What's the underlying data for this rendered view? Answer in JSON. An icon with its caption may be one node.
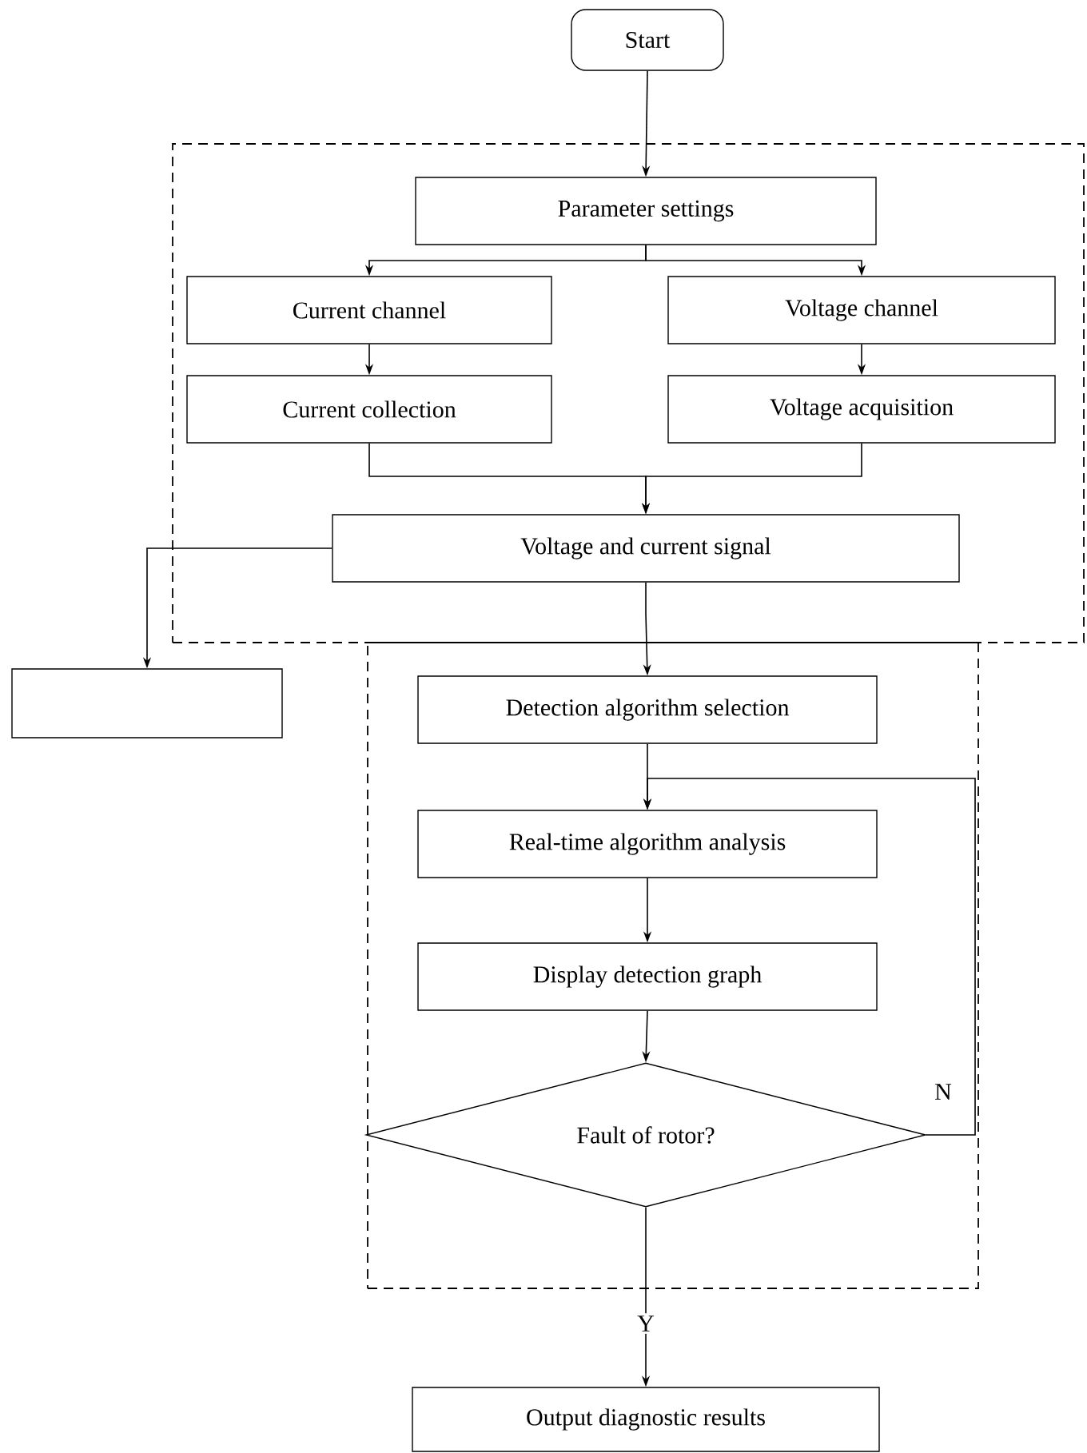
{
  "diagram": {
    "nodes": [
      {
        "text": [
          "Start"
        ]
      },
      {
        "text": [],
        "shape": "box"
      },
      {
        "text": [
          "Parameter settings"
        ],
        "in": 1
      },
      {
        "text": [
          "Current channel"
        ],
        "in": 1
      },
      {
        "text": [
          "Voltage channel"
        ],
        "in": 1
      },
      {
        "text": [
          "Current collection"
        ],
        "in": 1
      },
      {
        "text": [
          "Voltage acquisition"
        ],
        "in": 1
      },
      {
        "text": [
          "Voltage and current signal"
        ],
        "in": 1
      },
      {
        "text": [],
        "shape": "box"
      },
      {
        "text": [],
        "shape": "box"
      },
      {
        "text": [
          "Detection algorithm selection"
        ],
        "in": 9
      },
      {
        "text": [
          "Real-time algorithm analysis"
        ],
        "in": 9
      },
      {
        "text": [
          "Display detection graph"
        ],
        "in": 9
      },
      {
        "text": [
          "Fault of rotor?"
        ],
        "in": 9
      },
      {
        "text": [
          "Output diagnostic results"
        ]
      }
    ],
    "edges": [
      {
        "from": 0,
        "to": 2,
        "arrow": "to"
      },
      {
        "from": 2,
        "to": 3,
        "arrow": "to"
      },
      {
        "from": 2,
        "to": 4,
        "arrow": "to"
      },
      {
        "from": 3,
        "to": 5,
        "arrow": "to"
      },
      {
        "from": 4,
        "to": 6,
        "arrow": "to"
      },
      {
        "from": 5,
        "to": 7,
        "arrow": "to"
      },
      {
        "from": 6,
        "to": 7,
        "arrow": "to"
      },
      {
        "from": 7,
        "to": 8,
        "arrow": "to"
      },
      {
        "from": 7,
        "to": 10,
        "arrow": "to"
      },
      {
        "from": 10,
        "to": 11,
        "arrow": "to"
      },
      {
        "from": 11,
        "to": 12,
        "arrow": "to"
      },
      {
        "from": 12,
        "to": 13,
        "arrow": "to"
      },
      {
        "from": 13,
        "to": 11,
        "arrow": "to",
        "label": "N"
      },
      {
        "from": 13,
        "to": 14,
        "arrow": "to",
        "label": "Y"
      }
    ]
  }
}
